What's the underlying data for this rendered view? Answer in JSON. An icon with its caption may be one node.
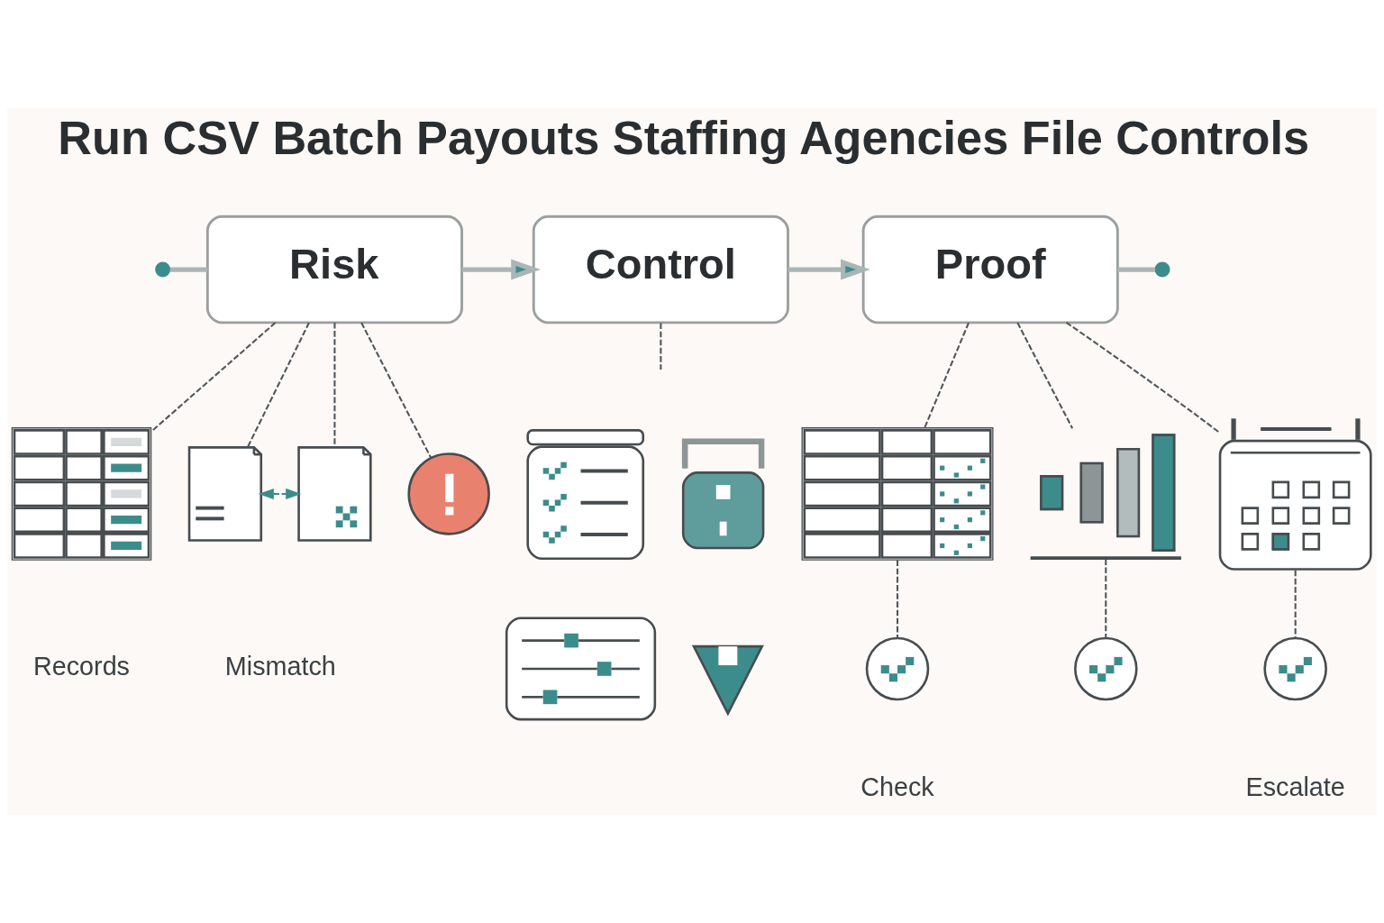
{
  "diagram": {
    "title": "Run CSV Batch Payouts Staffing Agencies File Controls",
    "nodes": [
      {
        "text": [],
        "shape": "circle"
      },
      {
        "text": [
          "Risk"
        ]
      },
      {
        "text": [
          "Control"
        ]
      },
      {
        "text": [
          "Proof"
        ]
      },
      {
        "text": [],
        "shape": "circle"
      },
      {
        "text": [],
        "shape": "picture",
        "beside": [
          "Records"
        ]
      },
      {
        "text": [],
        "shape": "picture"
      },
      {
        "text": [],
        "shape": "picture"
      },
      {
        "text": [],
        "shape": "picture"
      },
      {
        "text": [],
        "shape": "picture"
      },
      {
        "text": [],
        "shape": "picture"
      },
      {
        "text": [],
        "shape": "picture"
      },
      {
        "text": [],
        "shape": "picture"
      },
      {
        "text": [],
        "shape": "picture"
      },
      {
        "text": [],
        "shape": "picture"
      },
      {
        "text": [],
        "shape": "picture"
      },
      {
        "text": [],
        "shape": "circle",
        "beside": [
          "Check"
        ]
      },
      {
        "text": [],
        "shape": "circle"
      },
      {
        "text": [],
        "shape": "circle",
        "beside": [
          "Escalate"
        ]
      }
    ],
    "edges": [
      {
        "from": 0,
        "to": 1,
        "arrow": "none",
        "style": "thick",
        "color": "#a9b6b6"
      },
      {
        "from": 1,
        "to": 2,
        "arrow": "to",
        "style": "thick",
        "color": "#a9b6b6"
      },
      {
        "from": 2,
        "to": 3,
        "arrow": "to",
        "style": "thick",
        "color": "#a9b6b6"
      },
      {
        "from": 3,
        "to": 4,
        "arrow": "none",
        "style": "thick",
        "color": "#a9b6b6"
      },
      {
        "from": 1,
        "to": 5,
        "arrow": "none",
        "style": "dashed"
      },
      {
        "from": 1,
        "to": 6,
        "arrow": "none",
        "style": "dashed"
      },
      {
        "from": 1,
        "to": 7,
        "arrow": "none",
        "style": "dashed"
      },
      {
        "from": 1,
        "to": 8,
        "arrow": "none",
        "style": "dashed"
      },
      {
        "from": 6,
        "to": 7,
        "arrow": "both",
        "style": "dashed",
        "color": "#3d8c8c"
      },
      {
        "from": 2,
        "to": null,
        "arrow": "none",
        "style": "dashed"
      },
      {
        "from": 3,
        "to": 13,
        "arrow": "none",
        "style": "dashed"
      },
      {
        "from": 3,
        "to": 14,
        "arrow": "none",
        "style": "dashed"
      },
      {
        "from": 3,
        "to": 15,
        "arrow": "none",
        "style": "dashed"
      },
      {
        "from": 13,
        "to": 16,
        "arrow": "none",
        "style": "dashed"
      },
      {
        "from": 14,
        "to": 17,
        "arrow": "none",
        "style": "dashed"
      },
      {
        "from": 15,
        "to": 18,
        "arrow": "none",
        "style": "dashed"
      }
    ],
    "labels": [
      "Mismatch"
    ]
  }
}
